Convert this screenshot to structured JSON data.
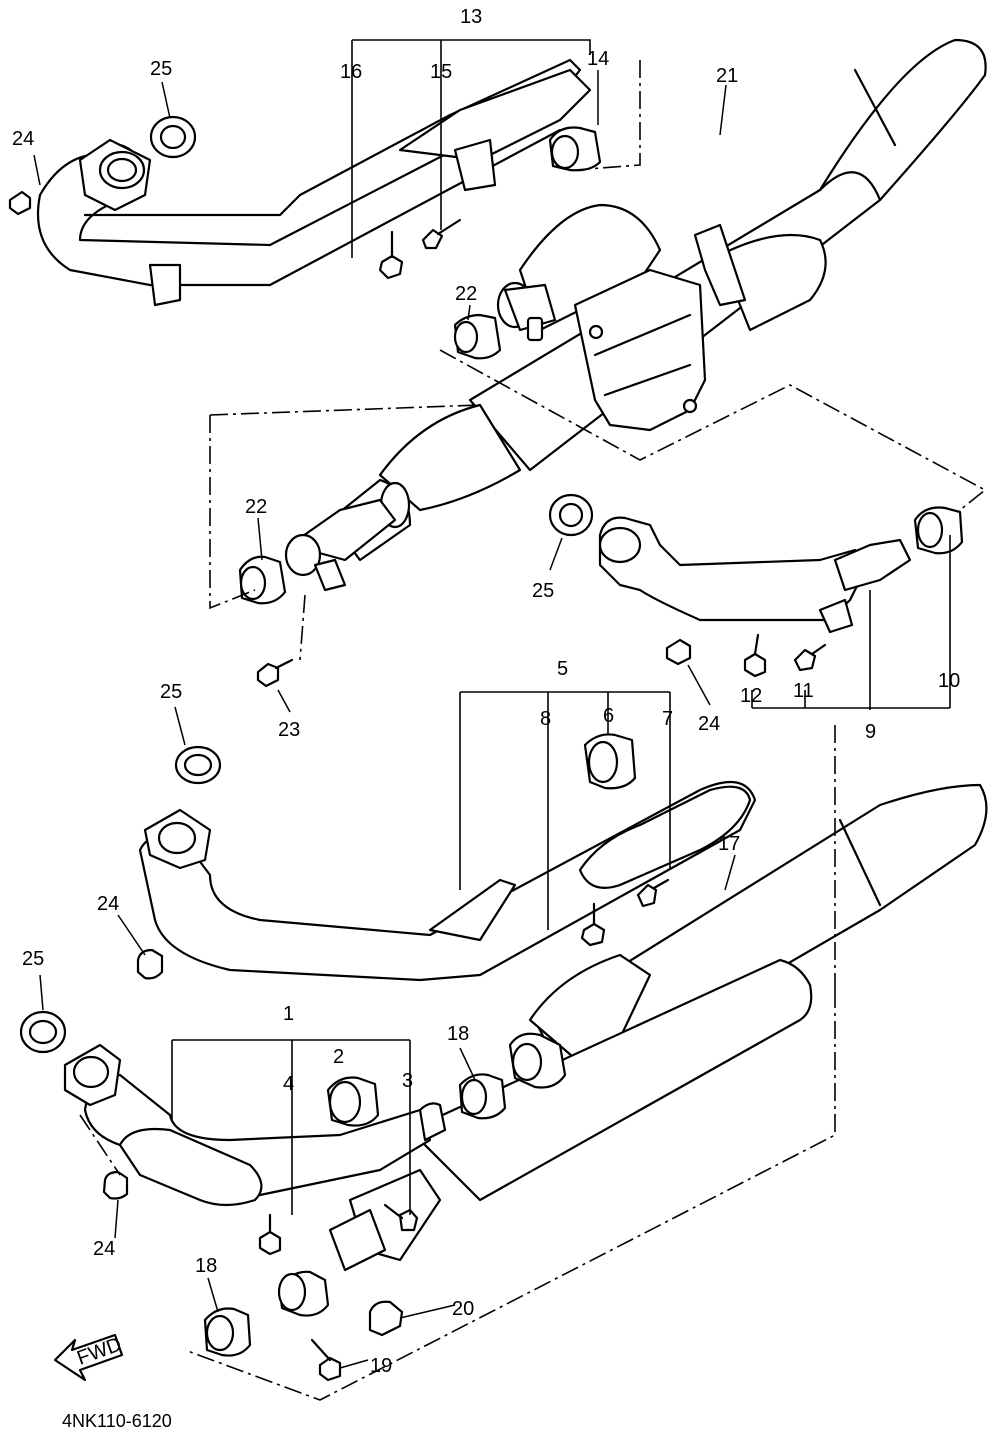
{
  "diagram_code": "4NK110-6120",
  "fwd_label": "FWD",
  "callouts": {
    "c1": "1",
    "c2": "2",
    "c3": "3",
    "c4": "4",
    "c5": "5",
    "c6": "6",
    "c7": "7",
    "c8": "8",
    "c9": "9",
    "c10": "10",
    "c11": "11",
    "c12": "12",
    "c13": "13",
    "c14": "14",
    "c15": "15",
    "c16": "16",
    "c17": "17",
    "c18a": "18",
    "c18b": "18",
    "c19": "19",
    "c20": "20",
    "c21": "21",
    "c22a": "22",
    "c22b": "22",
    "c23": "23",
    "c24a": "24",
    "c24b": "24",
    "c24c": "24",
    "c24d": "24",
    "c25a": "25",
    "c25b": "25",
    "c25c": "25",
    "c25d": "25"
  }
}
